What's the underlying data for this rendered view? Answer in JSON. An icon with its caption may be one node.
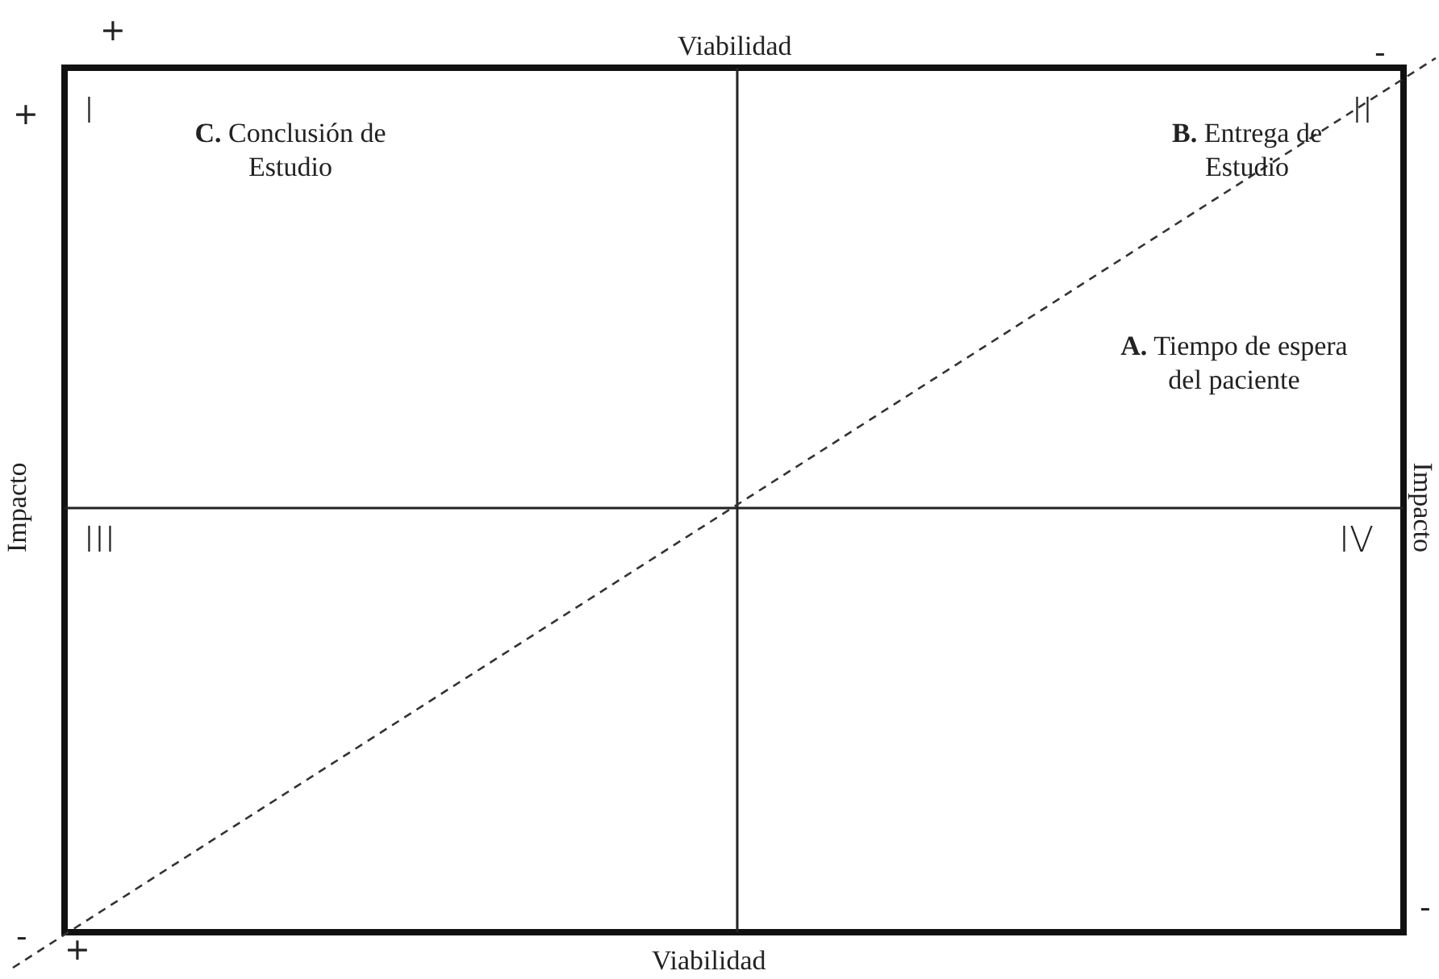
{
  "diagram": {
    "labels": [
      "+",
      "Viabilidad",
      "-",
      "+",
      "I",
      "**C.** Conclusión de Estudio",
      "**B.** Entrega de Estudio",
      "II",
      "**A.** Tiempo de espera del paciente",
      "Impacto",
      "Impacto",
      "III",
      "IV",
      "-",
      "-",
      "+",
      "Viabilidad"
    ]
  }
}
